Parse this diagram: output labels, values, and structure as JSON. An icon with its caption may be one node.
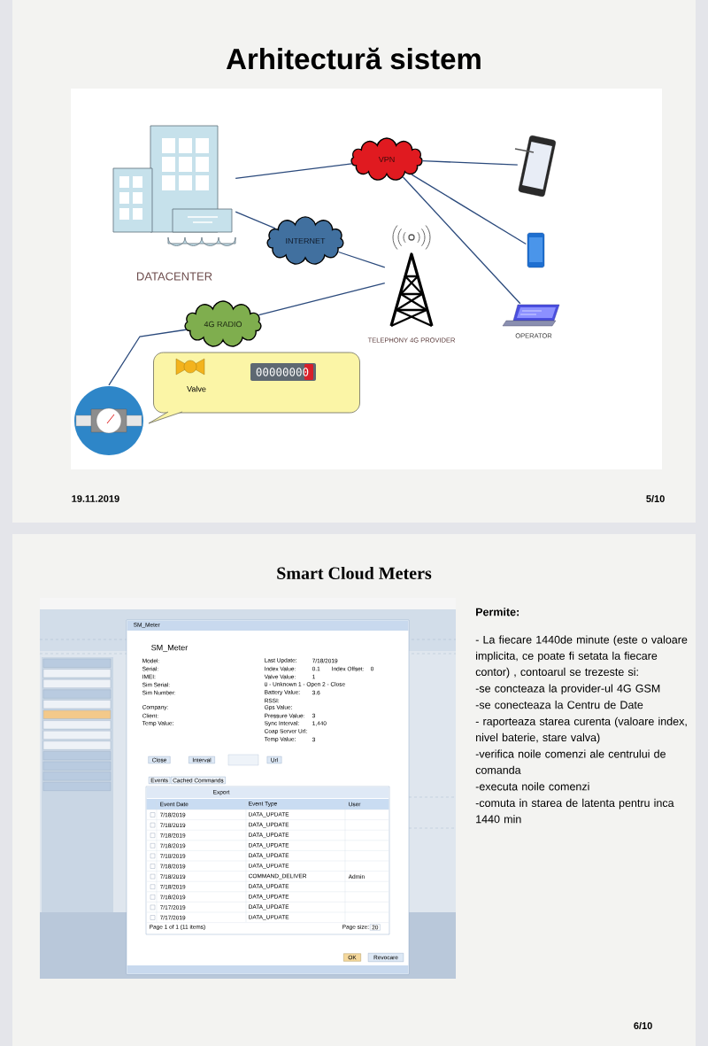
{
  "diagram": {
    "title": "Arhitectură sistem",
    "nodes": [
      {
        "text": [],
        "shape": "picture",
        "beside": [
          "DATACENTER"
        ]
      },
      {
        "text": [
          "VPN"
        ]
      },
      {
        "text": [],
        "shape": "picture"
      },
      {
        "text": [
          "INTERNET"
        ]
      },
      {
        "text": [],
        "shape": "picture"
      },
      {
        "text": [],
        "shape": "picture",
        "beside": [
          "TELEPHONY 4G PROVIDER"
        ]
      },
      {
        "text": [
          "4G RADIO"
        ]
      },
      {
        "text": [],
        "shape": "picture",
        "beside": [
          "OPERATOR"
        ]
      },
      {
        "text": [
          "Valve",
          "00000000"
        ]
      },
      {
        "text": [],
        "shape": "picture"
      }
    ],
    "edges": [
      {
        "from": 0,
        "to": 1,
        "arrow": "none"
      },
      {
        "from": 1,
        "to": 2,
        "arrow": "none"
      },
      {
        "from": 1,
        "to": 4,
        "arrow": "none"
      },
      {
        "from": 1,
        "to": 7,
        "arrow": "none"
      },
      {
        "from": 0,
        "to": 3,
        "arrow": "none"
      },
      {
        "from": 3,
        "to": 5,
        "arrow": "none"
      },
      {
        "from": 6,
        "to": 5,
        "arrow": "none"
      },
      {
        "from": 9,
        "to": 6,
        "arrow": "none"
      }
    ],
    "labels": [
      "19.11.2019",
      "5/10",
      "Smart Cloud Meters",
      "SM_Meter",
      "SM_Meter",
      "Model:",
      "Last Update:",
      "7/18/2019",
      "Serial:",
      "Index Value:",
      "0.1",
      "Index Offset:",
      "0",
      "IMEI:",
      "Valve Value:",
      "1",
      "Sim Serial:",
      "0 - Unknown 1 - Open 2 - Close",
      "Sim Number:",
      "Battery Value:",
      "3.6",
      "Company:",
      "RSSI:",
      "Client:",
      "Gps Value:",
      "Temp Value:",
      "Pressure Value:",
      "3",
      "Sync Interval:",
      "1,440",
      "Coap Server Url:",
      "Temp Value:",
      "3",
      "Close",
      "Interval",
      "Url",
      "Events",
      "Cached Commands",
      "Export",
      "Event Date",
      "Event Type",
      "User",
      "7/18/2019",
      "DATA_UPDATE",
      "7/18/2019",
      "DATA_UPDATE",
      "7/18/2019",
      "DATA_UPDATE",
      "7/18/2019",
      "DATA_UPDATE",
      "7/18/2019",
      "DATA_UPDATE",
      "7/18/2019",
      "DATA_UPDATE",
      "7/18/2019",
      "COMMAND_DELIVER",
      "Admin",
      "7/18/2019",
      "DATA_UPDATE",
      "7/18/2019",
      "DATA_UPDATE",
      "7/17/2019",
      "DATA_UPDATE",
      "7/17/2019",
      "DATA_UPDATE",
      "Page 1 of 1 (11 items)",
      "Page size:",
      "20",
      "OK",
      "Revocare",
      "Permite:",
      "- La fiecare 1440de minute (este o valoare implicita, ce poate fi setata la fiecare contor) , contoarul se trezeste si:",
      "-se concteaza la provider-ul 4G GSM",
      "-se conecteaza la Centru de Date",
      "- raporteaza starea curenta (valoare index, nivel baterie, stare valva)",
      "-verifica noile comenzi ale centrului de comanda",
      "-executa noile comenzi",
      "-comuta in starea de latenta pentru inca 1440 min",
      "6/10"
    ]
  }
}
